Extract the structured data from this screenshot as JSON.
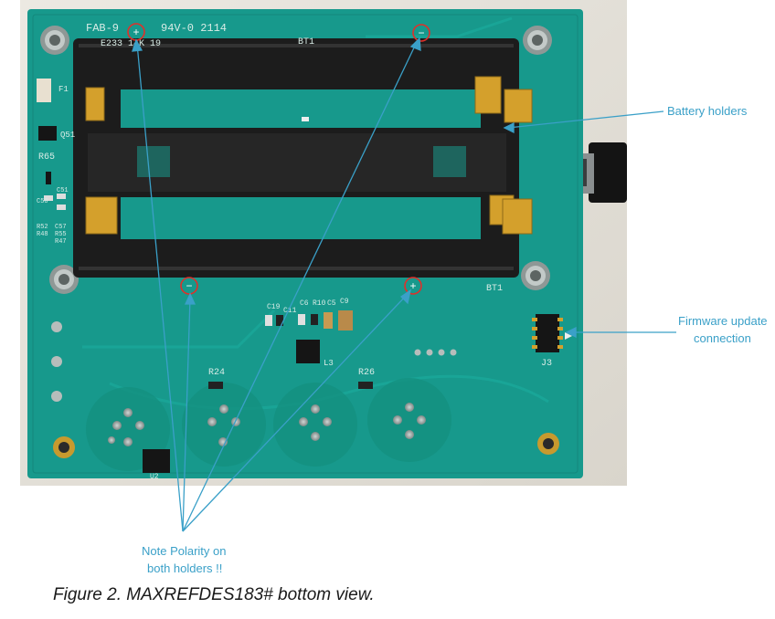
{
  "board": {
    "silkscreen_top": "FAB-9",
    "silkscreen_code": "94V-0 2114",
    "silkscreen_line2": "E233  14K 19",
    "bt1_top": "BT1",
    "bt1_bottom": "BT1",
    "labels": {
      "f1": "F1",
      "q51": "Q51",
      "r65": "R65",
      "c50": "C50",
      "c51": "C51",
      "r52": "R52",
      "r48": "R48",
      "c57": "C57",
      "r55": "R55",
      "r47": "R47",
      "c6": "C6",
      "c19": "C19",
      "c11": "C11",
      "r10": "R10",
      "c5": "C5",
      "c9": "C9",
      "l3": "L3",
      "r24": "R24",
      "r26": "R26",
      "j3": "J3",
      "u2": "U2"
    },
    "minus_sign": "−",
    "plus_sign": "+",
    "colors": {
      "pcb": "#17998c",
      "pcb_dark": "#128376",
      "holder": "#1c1c1c",
      "gold": "#d4a02c",
      "marker": "#e0302a",
      "callout": "#3aa0c8"
    }
  },
  "callouts": {
    "battery_holders": "Battery holders",
    "firmware_line1": "Firmware update",
    "firmware_line2": "connection",
    "polarity_line1": "Note Polarity on",
    "polarity_line2": "both holders !!"
  },
  "caption": "Figure 2. MAXREFDES183# bottom view."
}
